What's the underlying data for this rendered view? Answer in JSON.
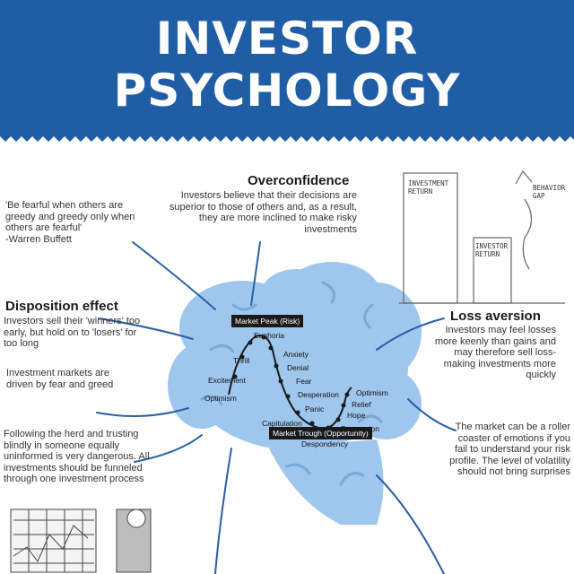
{
  "header": {
    "title_line1": "INVESTOR",
    "title_line2": "PSYCHOLOGY"
  },
  "colors": {
    "header_blue": "#1f5da4",
    "brain_blue": "#9fc7ee",
    "connector_blue": "#2a5fa6",
    "curve": "#1a1a1a"
  },
  "quote": {
    "text": "'Be fearful when others are greedy and greedy only when others are fearful'",
    "author": "-Warren Buffett"
  },
  "overconfidence": {
    "title": "Overconfidence",
    "text": "Investors believe that their decisions are superior to those of others and, as a result, they are more inclined to make risky investments"
  },
  "disposition": {
    "title": "Disposition effect",
    "text": "Investors sell their 'winners' too early, but hold on to 'losers' for too long"
  },
  "fear_greed": {
    "text": "Investment markets are driven by fear and greed"
  },
  "herd": {
    "text": "Following the herd and trusting blindly in someone equally uninformed is very dangerous. All investments should be funneled through one investment process"
  },
  "loss_aversion": {
    "title": "Loss aversion",
    "text": "Investors may feel losses more keenly than gains and may therefore sell loss-making investments more quickly"
  },
  "roller": {
    "text": "The market can be a roller coaster of emotions if you fail to understand your risk profile. The level of volatility should not bring surprises"
  },
  "sketch": {
    "investment_return_1": "INVESTMENT RETURN",
    "investor_return": "INVESTOR RETURN",
    "behavior_gap": "BEHAVIOR GAP"
  },
  "cycle": {
    "peak_label": "Market Peak (Risk)",
    "trough_label": "Market Trough (Opportunity)",
    "stages": [
      "Optimism",
      "Excitement",
      "Thrill",
      "Euphoria",
      "Anxiety",
      "Denial",
      "Fear",
      "Desperation",
      "Panic",
      "Capitulation",
      "Despondency",
      "Depression",
      "Hope",
      "Relief",
      "Optimism"
    ]
  }
}
